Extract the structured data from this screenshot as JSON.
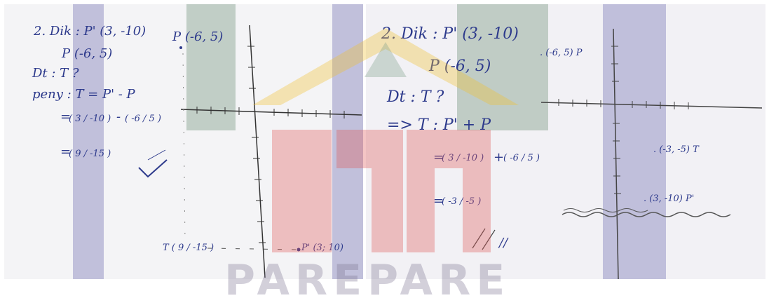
{
  "watermark": {
    "text": "PAREPARE",
    "colors": {
      "purple": "#9896c4",
      "green": "#82a08c",
      "red": "#e05a5a",
      "yellow": "#f0c030"
    }
  },
  "left_sheet": {
    "line1": "2. Dik : P' (3, -10)",
    "line2": "P (-6, 5)",
    "line3": "Dt : T ?",
    "line4": "peny : T = P' - P",
    "vec_a": "( 3 / -10 )",
    "vec_b": "( -6 / 5 )",
    "vec_result": "( 9 / -15 )",
    "minus_sign": "-",
    "eq1": "=",
    "eq2": "=",
    "label_p": "P (-6, 5)",
    "label_p_prime": "P' (3; 10)",
    "label_t": "T ( 9 / -15 )"
  },
  "right_sheet": {
    "line1": "2. Dik : P' (3, -10)",
    "line2": "P (-6, 5)",
    "line3": "Dt : T ?",
    "line4": "=> T : P' + P",
    "vec_a": "( 3 / -10 )",
    "vec_b": "( -6 / 5 )",
    "plus_sign": "+",
    "vec_result": "( -3 / -5 )",
    "eq1": "=",
    "eq2": "=",
    "final_mark": "//",
    "label_p": ". (-6, 5) P",
    "label_t": ". (-3, -5) T",
    "label_p_prime": ". (3, -10) P'"
  }
}
